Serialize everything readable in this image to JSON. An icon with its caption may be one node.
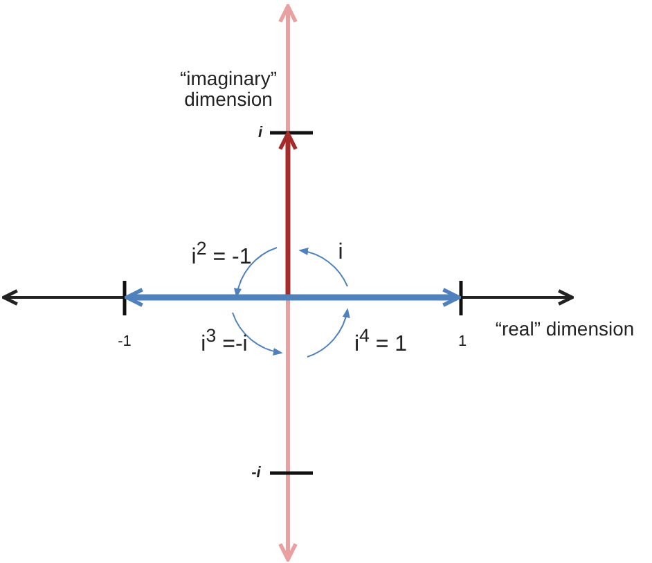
{
  "diagram": {
    "labels": [
      "“imaginary” dimension",
      "i",
      "i$^{2}$ = -1",
      "i",
      "-1",
      "1",
      "“real” dimension",
      "i$^{3}$ =-i",
      "i$^{4}$ = 1",
      "-i"
    ]
  }
}
